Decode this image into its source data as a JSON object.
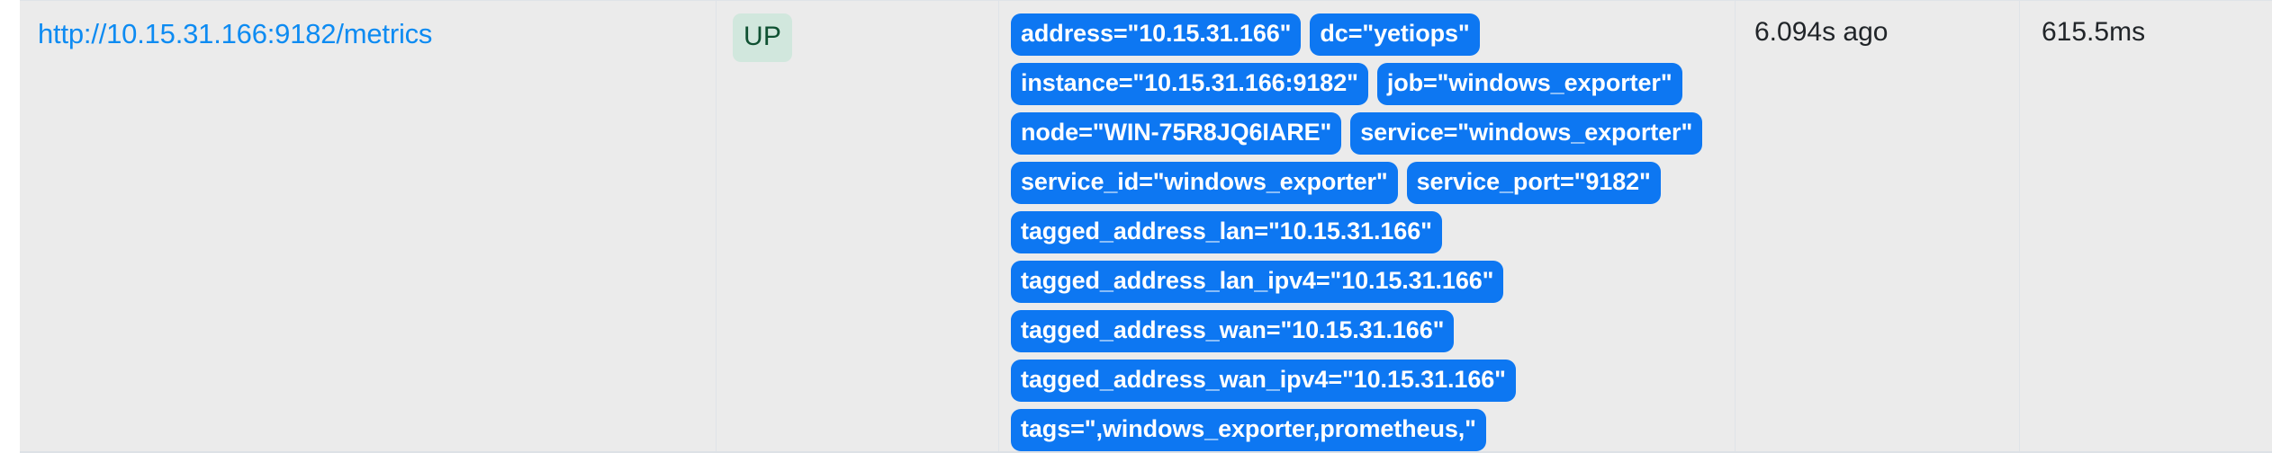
{
  "colors": {
    "row_background": "#ebebeb",
    "page_background": "#ffffff",
    "cell_border": "#dfe3e8",
    "link": "#0d8bf2",
    "state_badge_bg": "#d1e7dd",
    "state_badge_text": "#0f5132",
    "label_chip_bg": "#0d77f2",
    "label_chip_text": "#ffffff",
    "plain_text": "#212529"
  },
  "row": {
    "endpoint": {
      "url_text": "http://10.15.31.166:9182/metrics"
    },
    "state": {
      "label": "UP"
    },
    "labels": {
      "lines": [
        [
          {
            "text": "address=\"10.15.31.166\""
          },
          {
            "text": "dc=\"yetiops\""
          }
        ],
        [
          {
            "text": "instance=\"10.15.31.166:9182\""
          },
          {
            "text": "job=\"windows_exporter\""
          }
        ],
        [
          {
            "text": "node=\"WIN-75R8JQ6IARE\""
          },
          {
            "text": "service=\"windows_exporter\""
          }
        ],
        [
          {
            "text": "service_id=\"windows_exporter\""
          },
          {
            "text": "service_port=\"9182\""
          }
        ],
        [
          {
            "text": "tagged_address_lan=\"10.15.31.166\""
          }
        ],
        [
          {
            "text": "tagged_address_lan_ipv4=\"10.15.31.166\""
          }
        ],
        [
          {
            "text": "tagged_address_wan=\"10.15.31.166\""
          }
        ],
        [
          {
            "text": "tagged_address_wan_ipv4=\"10.15.31.166\""
          }
        ],
        [
          {
            "text": "tags=\",windows_exporter,prometheus,\""
          }
        ]
      ]
    },
    "last_scrape": {
      "text": "6.094s ago"
    },
    "scrape_duration": {
      "text": "615.5ms"
    }
  }
}
